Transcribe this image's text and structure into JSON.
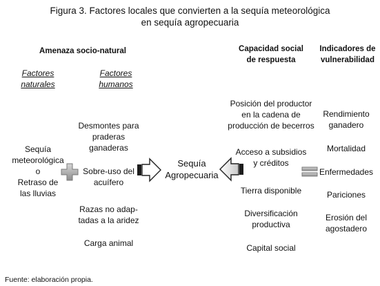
{
  "figure": {
    "title_line1": "Figura 3. Factores locales que convierten a la sequía meteorológica",
    "title_line2": "en sequía agropecuaria",
    "source": "Fuente: elaboración propia."
  },
  "left": {
    "heading": "Amenaza socio-natural",
    "natural_header_1": "Factores",
    "natural_header_2": "naturales",
    "human_header_1": "Factores",
    "human_header_2": "humanos",
    "natural_lines": [
      "Sequía",
      "meteorológica",
      "o",
      "Retraso de",
      "las lluvias"
    ],
    "human_items": [
      {
        "l1": "Desmontes para",
        "l2": "praderas",
        "l3": "ganaderas"
      },
      {
        "l1": "Sobre-uso del",
        "l2": "acuífero"
      },
      {
        "l1": "Razas no adap-",
        "l2": "tadas a la aridez"
      },
      {
        "l1": "Carga animal"
      }
    ]
  },
  "center": {
    "line1": "Sequía",
    "line2": "Agropecuaria"
  },
  "capacity": {
    "heading_1": "Capacidad social",
    "heading_2": "de respuesta",
    "items": [
      {
        "l1": "Posición del productor",
        "l2": "en la cadena de",
        "l3": "producción de becerros"
      },
      {
        "l1": "Acceso a subsidios",
        "l2": "y  créditos"
      },
      {
        "l1": "Tierra disponible"
      },
      {
        "l1": "Diversificación",
        "l2": "productiva"
      },
      {
        "l1": "Capital social"
      }
    ]
  },
  "vulnerability": {
    "heading_1": "Indicadores de",
    "heading_2": "vulnerabilidad",
    "items": [
      {
        "l1": "Rendimiento",
        "l2": "ganadero"
      },
      {
        "l1": "Mortalidad"
      },
      {
        "l1": "Enfermedades"
      },
      {
        "l1": "Pariciones"
      },
      {
        "l1": "Erosión del",
        "l2": "agostadero"
      }
    ]
  },
  "symbols": {
    "plus": "plus-sign",
    "equals": "equals-sign",
    "arrow_right": "right-arrow",
    "arrow_left": "left-arrow"
  }
}
